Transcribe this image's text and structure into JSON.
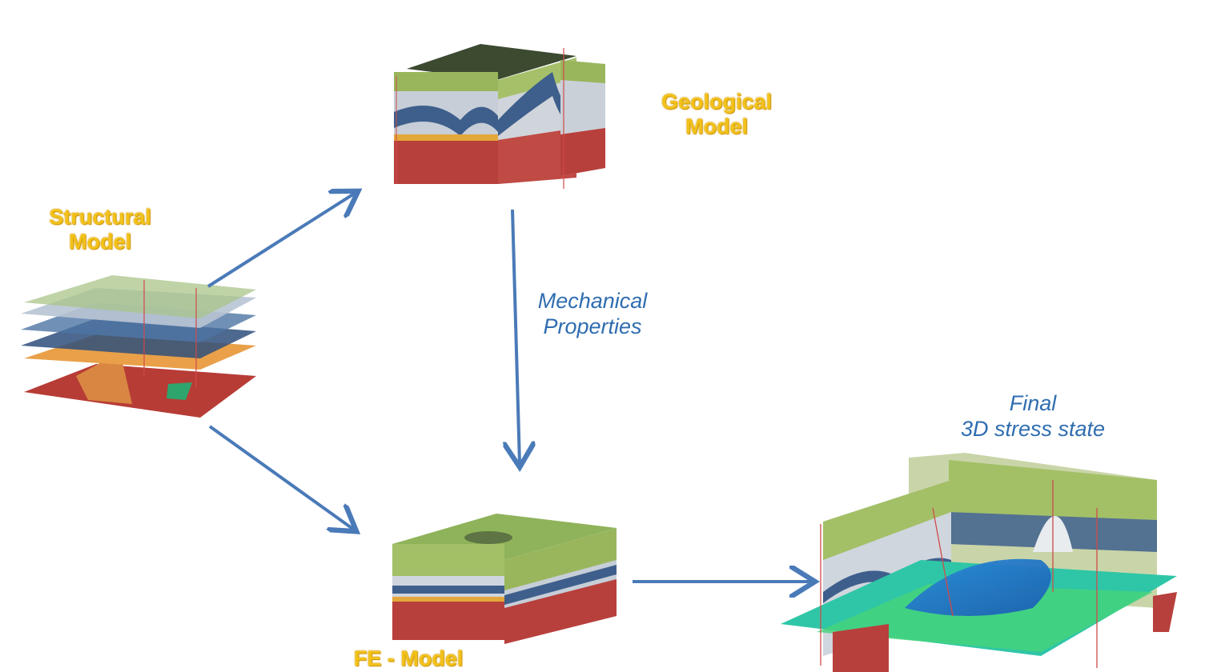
{
  "nodes": {
    "structural": {
      "line1": "Structural",
      "line2": "Model"
    },
    "geological": {
      "line1": "Geological",
      "line2": "Model"
    },
    "fe": {
      "label": "FE - Model"
    },
    "final": {
      "line1": "Final",
      "line2": "3D stress state"
    }
  },
  "edges": {
    "mechanical": {
      "line1": "Mechanical",
      "line2": "Properties"
    }
  },
  "colors": {
    "label_yellow": "#f2c21a",
    "arrow_blue": "#4a7ab8",
    "italic_blue": "#2f6db0",
    "layer_green": "#9fbd62",
    "layer_gray": "#c7ced7",
    "layer_blue": "#3e5f8c",
    "layer_red": "#b8403c"
  }
}
